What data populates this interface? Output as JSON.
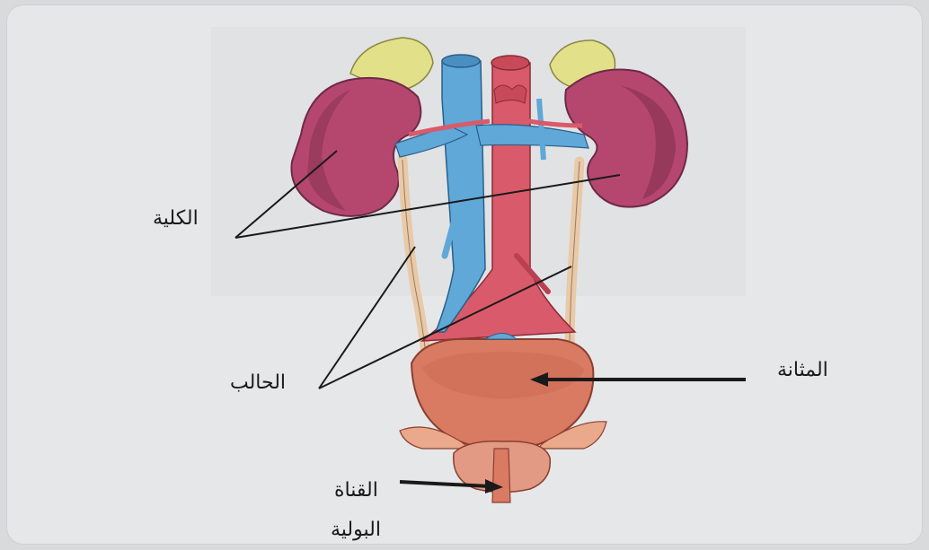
{
  "labels": {
    "kidney": "الكلية",
    "ureter": "الحالب",
    "bladder": "المثانة",
    "urethra_line1": "القناة",
    "urethra_line2": "البولية"
  },
  "colors": {
    "kidney": "#b5476f",
    "adrenal": "#e3e08a",
    "vein": "#5fa8d8",
    "artery": "#d95a6a",
    "ureter": "#e8c9a8",
    "bladder": "#d97a63",
    "pointer": "#1a1a1a"
  }
}
